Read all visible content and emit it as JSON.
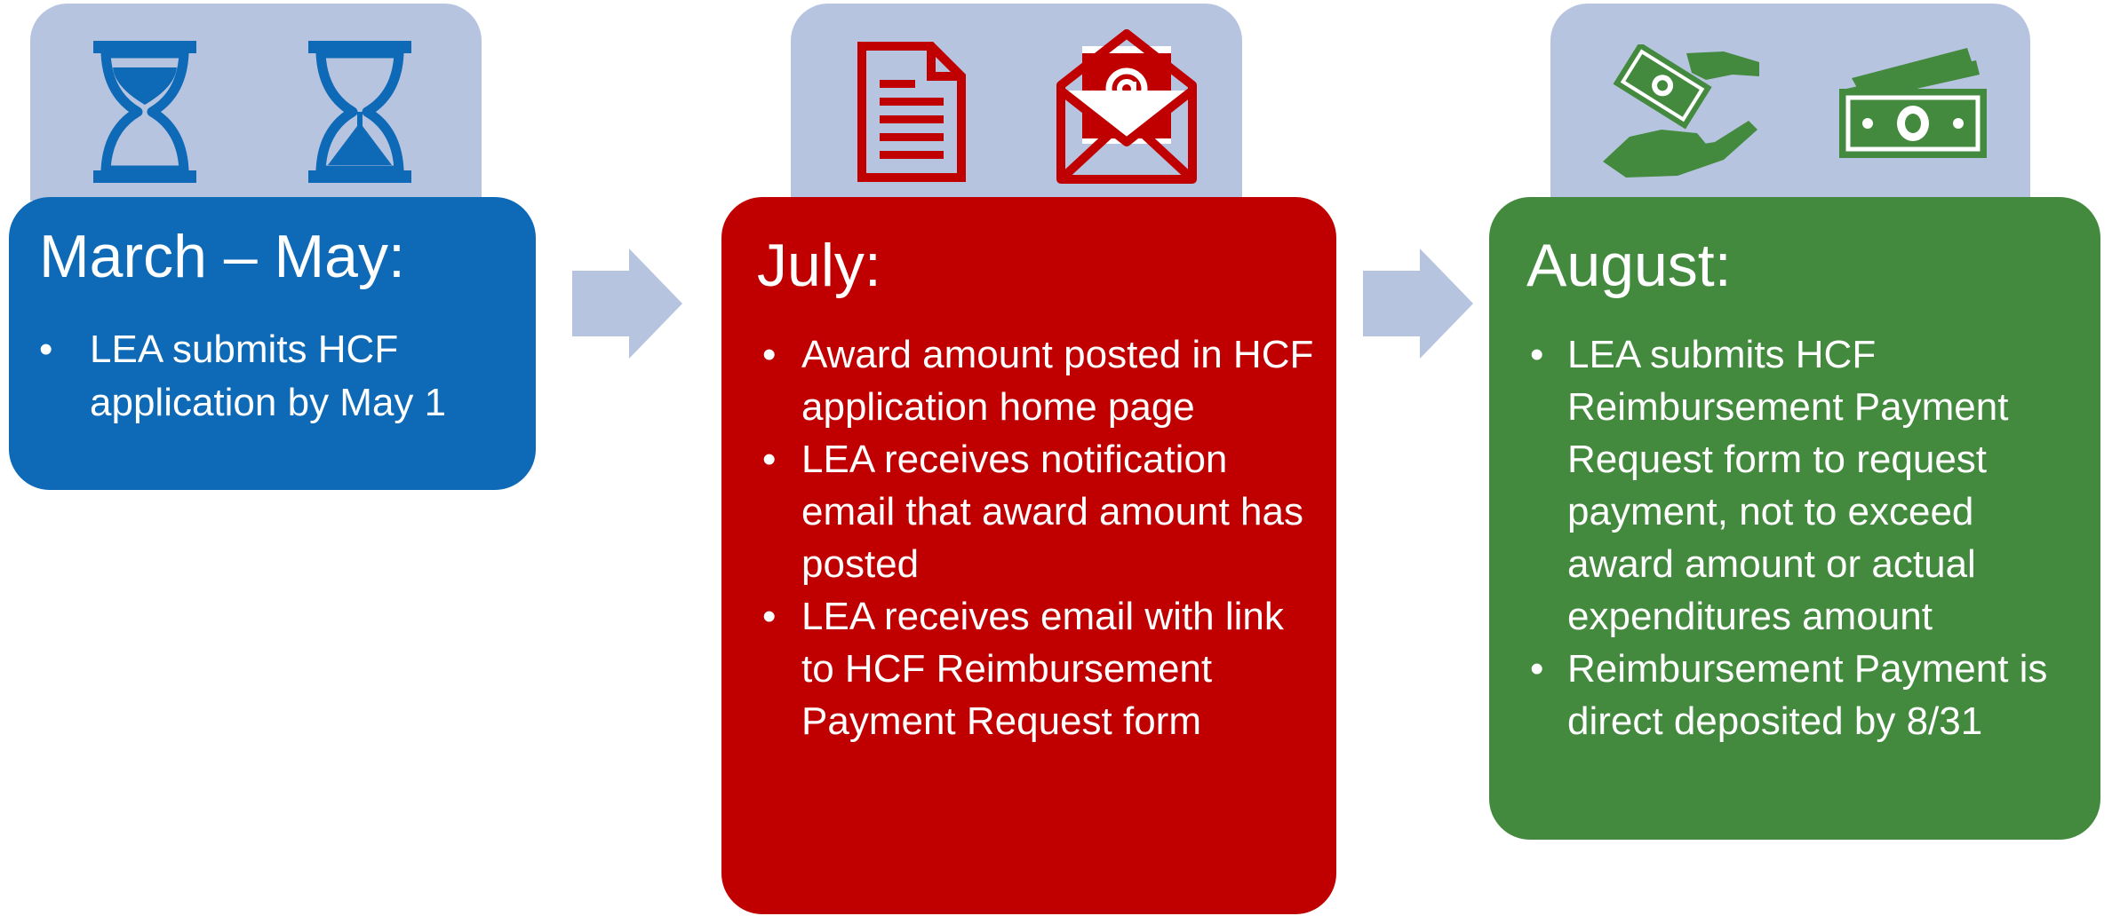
{
  "colors": {
    "tab": "#b7c4e0",
    "blue": "#0e6ab7",
    "red": "#c00000",
    "green": "#438a3f",
    "arrow": "#b7c4e0"
  },
  "steps": [
    {
      "title": "March – May:",
      "icons": [
        "hourglass-icon",
        "hourglass-icon"
      ],
      "bullets": [
        "LEA submits HCF application by May 1"
      ]
    },
    {
      "title": "July:",
      "icons": [
        "document-icon",
        "email-icon"
      ],
      "bullets": [
        "Award amount posted in HCF application home page",
        "LEA receives notification email that award amount has posted",
        "LEA receives email with link to HCF Reimbursement Payment Request form"
      ]
    },
    {
      "title": "August:",
      "icons": [
        "money-hand-icon",
        "banknote-icon"
      ],
      "bullets": [
        "LEA submits HCF Reimbursement Payment Request form to request payment, not to exceed award amount or actual expenditures amount",
        "Reimbursement Payment is direct deposited by 8/31"
      ]
    }
  ]
}
